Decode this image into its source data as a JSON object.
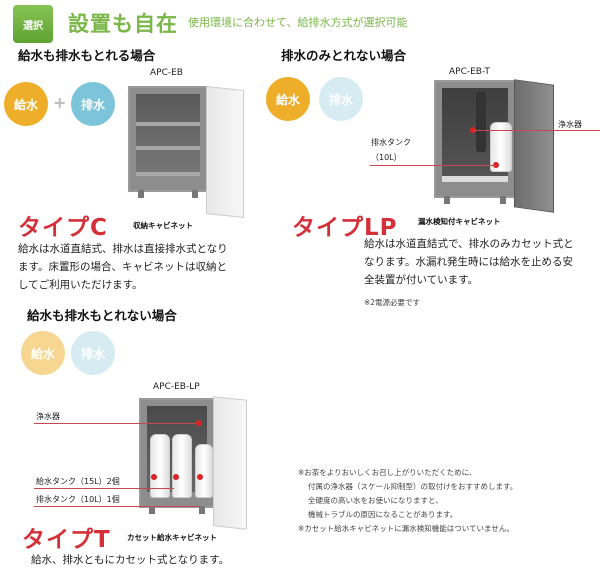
{
  "header": {
    "badge": "選択",
    "title": "設置も自在",
    "subtitle": "使用環境に合わせて、給排水方式が選択可能"
  },
  "colors": {
    "accent_green": "#7ab648",
    "type_red": "#d4303a",
    "supply_yellow": "#eeae2a",
    "drain_blue": "#7cc4d9"
  },
  "sections": [
    {
      "case": "給水も排水もとれる場合",
      "circles": [
        "給水",
        "排水"
      ],
      "plus": "+",
      "model": "APC-EB",
      "type": "タイプC",
      "caption": "収納キャビネット",
      "description": "給水は水道直結式、排水は直接排水式となります。床置形の場合、キャビネットは収納としてご利用いただけます。",
      "description_lines": [
        "給水は水道直結式、排水は直接排水式となり",
        "ます。床置形の場合、キャビネットは収納と",
        "してご利用いただけます。"
      ]
    },
    {
      "case": "排水のみとれない場合",
      "circles": [
        "給水",
        "排水"
      ],
      "model": "APC-EB-T",
      "type": "タイプLP",
      "caption": "漏水検知付キャビネット",
      "labels": [
        "浄水器",
        "排水タンク",
        "（10L）"
      ],
      "description_lines": [
        "給水は水道直結式で、排水のみカセット式と",
        "なります。水漏れ発生時には給水を止める安",
        "全装置が付いています。"
      ],
      "note": "※2電源必要です"
    },
    {
      "case": "給水も排水もとれない場合",
      "circles": [
        "給水",
        "排水"
      ],
      "model": "APC-EB-LP",
      "type": "タイプT",
      "caption": "カセット給水キャビネット",
      "labels": [
        "浄水器",
        "給水タンク（15L）2個",
        "排水タンク（10L）1個"
      ],
      "description_lines": [
        "給水、排水ともにカセット式となります。"
      ]
    }
  ],
  "footnotes": [
    "※お茶をよりおいしくお召し上がりいただくために、",
    "付属の浄水器（スケール抑制型）の取付けをおすすめします。",
    "全硬度の高い水をお使いになりますと、",
    "機械トラブルの原因になることがあります。",
    "※カセット給水キャビネットに漏水検知機能はついていません。"
  ]
}
